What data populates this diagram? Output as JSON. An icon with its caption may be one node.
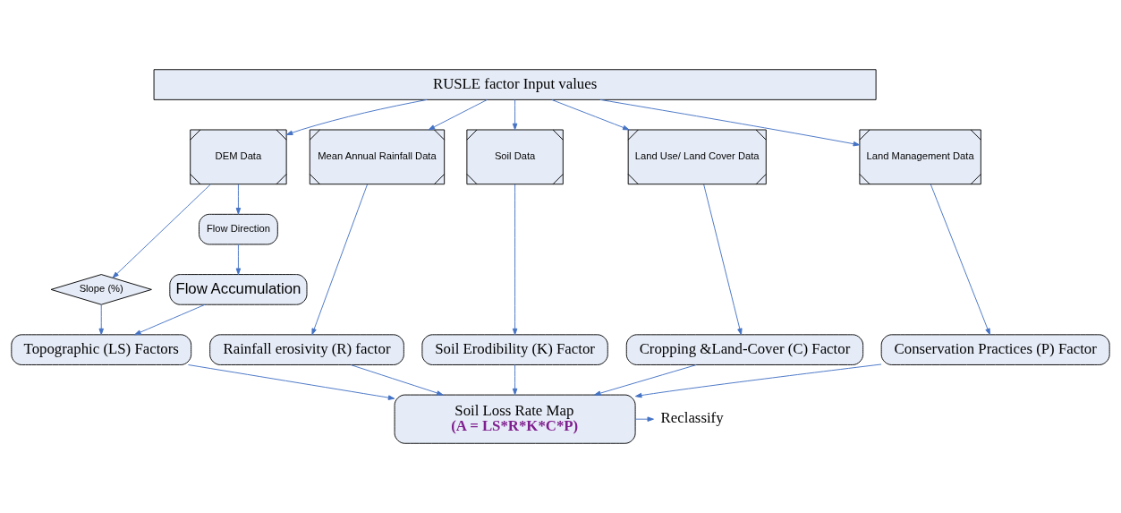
{
  "diagram": {
    "nodes": [
      {
        "text": [
          "RUSLE factor Input values"
        ]
      },
      {
        "text": [
          "DEM Data"
        ]
      },
      {
        "text": [
          "Mean Annual Rainfall Data"
        ]
      },
      {
        "text": [
          "Soil Data"
        ]
      },
      {
        "text": [
          "Land Use/ Land Cover Data"
        ]
      },
      {
        "text": [
          "Land Management Data"
        ]
      },
      {
        "text": [
          "Slope (%)"
        ]
      },
      {
        "text": [
          "Flow Direction"
        ]
      },
      {
        "text": [
          "Flow Accumulation"
        ]
      },
      {
        "text": [
          "Topographic (LS) Factors"
        ]
      },
      {
        "text": [
          "Rainfall erosivity (R) factor"
        ]
      },
      {
        "text": [
          "Soil Erodibility (K) Factor"
        ]
      },
      {
        "text": [
          "Cropping &Land-Cover (C) Factor"
        ]
      },
      {
        "text": [
          "Conservation Practices (P) Factor"
        ]
      },
      {
        "text": [
          "Soil Loss Rate Map",
          "(A = LS*R*K*C*P)"
        ]
      },
      {
        "text": [
          "Reclassify"
        ]
      }
    ],
    "edges": [
      {
        "from": 0,
        "to": 1,
        "arrow": "to"
      },
      {
        "from": 0,
        "to": 2,
        "arrow": "to"
      },
      {
        "from": 0,
        "to": 3,
        "arrow": "to"
      },
      {
        "from": 0,
        "to": 4,
        "arrow": "to"
      },
      {
        "from": 0,
        "to": 5,
        "arrow": "to"
      },
      {
        "from": 1,
        "to": 6,
        "arrow": "to"
      },
      {
        "from": 1,
        "to": 7,
        "arrow": "to"
      },
      {
        "from": 7,
        "to": 8,
        "arrow": "to"
      },
      {
        "from": 6,
        "to": 9,
        "arrow": "to"
      },
      {
        "from": 8,
        "to": 9,
        "arrow": "to"
      },
      {
        "from": 2,
        "to": 10,
        "arrow": "to"
      },
      {
        "from": 3,
        "to": 11,
        "arrow": "to"
      },
      {
        "from": 4,
        "to": 12,
        "arrow": "to"
      },
      {
        "from": 5,
        "to": 13,
        "arrow": "to"
      },
      {
        "from": 9,
        "to": 14,
        "arrow": "to"
      },
      {
        "from": 10,
        "to": 14,
        "arrow": "to"
      },
      {
        "from": 11,
        "to": 14,
        "arrow": "to"
      },
      {
        "from": 12,
        "to": 14,
        "arrow": "to"
      },
      {
        "from": 13,
        "to": 14,
        "arrow": "to"
      },
      {
        "from": 14,
        "to": 15,
        "arrow": "to"
      }
    ]
  }
}
